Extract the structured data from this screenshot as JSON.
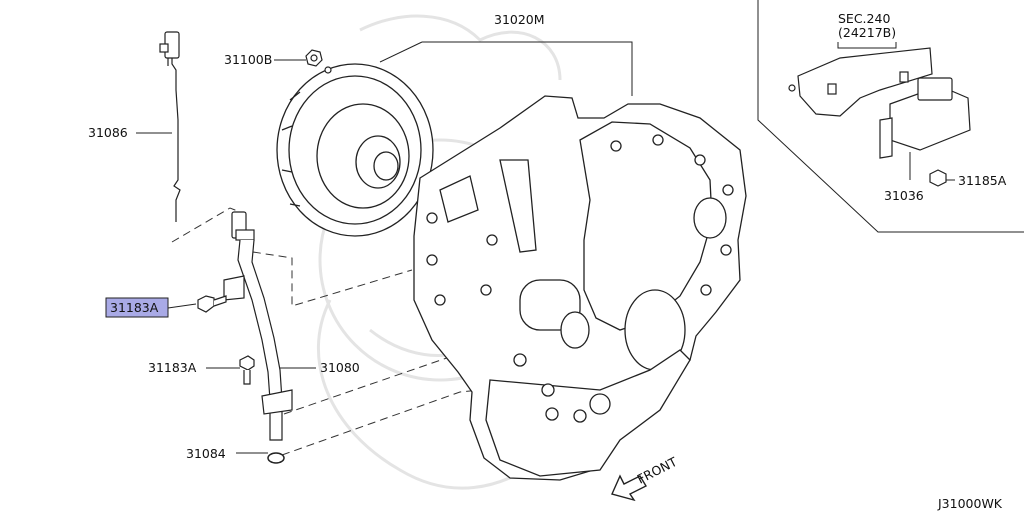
{
  "diagram": {
    "labels": {
      "main_assembly": "31020M",
      "bolt_31100b": "31100B",
      "sensor_31086": "31086",
      "bolt_31183a_highlight": "31183A",
      "bolt_31183a": "31183A",
      "dipstick_31080": "31080",
      "oring_31084": "31084",
      "sec_ref": "SEC.240",
      "sec_sub": "(24217B)",
      "bolt_31185a": "31185A",
      "module_31036": "31036",
      "front": "FRONT",
      "diagram_code": "J31000WK"
    },
    "highlight_color": "#a9aae6"
  }
}
